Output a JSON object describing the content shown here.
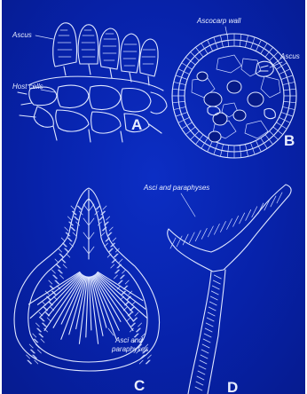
{
  "figure": {
    "panels": [
      {
        "letter": "A",
        "labels": [
          "Ascus",
          "Host cells"
        ]
      },
      {
        "letter": "B",
        "labels": [
          "Ascocarp wall",
          "Ascus"
        ]
      },
      {
        "letter": "C",
        "labels": [
          "Asci and",
          "paraphyses"
        ]
      },
      {
        "letter": "D",
        "labels": [
          "Asci and paraphyses"
        ]
      }
    ]
  },
  "colors": {
    "background": "#0722aa",
    "line": "#dfe7ff"
  }
}
